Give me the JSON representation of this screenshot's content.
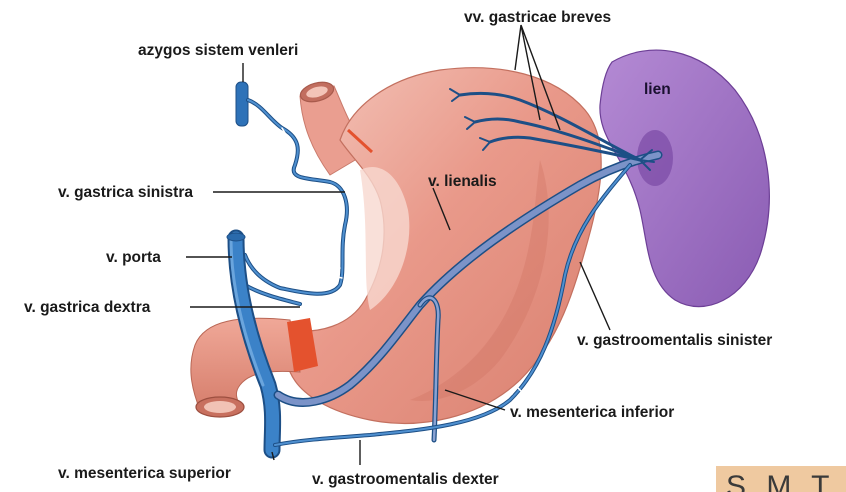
{
  "labels": {
    "vv_gastricae_breves": "vv. gastricae breves",
    "azygos": "azygos sistem venleri",
    "lien": "lien",
    "v_gastrica_sinistra": "v. gastrica sinistra",
    "v_lienalis": "v. lienalis",
    "v_porta": "v. porta",
    "v_gastrica_dextra": "v. gastrica dextra",
    "v_gastroomentalis_sinister": "v. gastroomentalis sinister",
    "v_mesenterica_inferior": "v. mesenterica inferior",
    "v_mesenterica_superior": "v. mesenterica superior",
    "v_gastroomentalis_dexter": "v. gastroomentalis dexter"
  },
  "watermark": "S M T",
  "colors": {
    "stomach": "#e8988a",
    "stomach_dark": "#d9806f",
    "stomach_light": "#f6d2c8",
    "pylorus": "#e4522e",
    "vein": "#2e72b8",
    "vein_light": "#5b9ad6",
    "spleen": "#9d6fc2",
    "spleen_dark": "#7d4fa6",
    "leader": "#1a1a1a"
  }
}
